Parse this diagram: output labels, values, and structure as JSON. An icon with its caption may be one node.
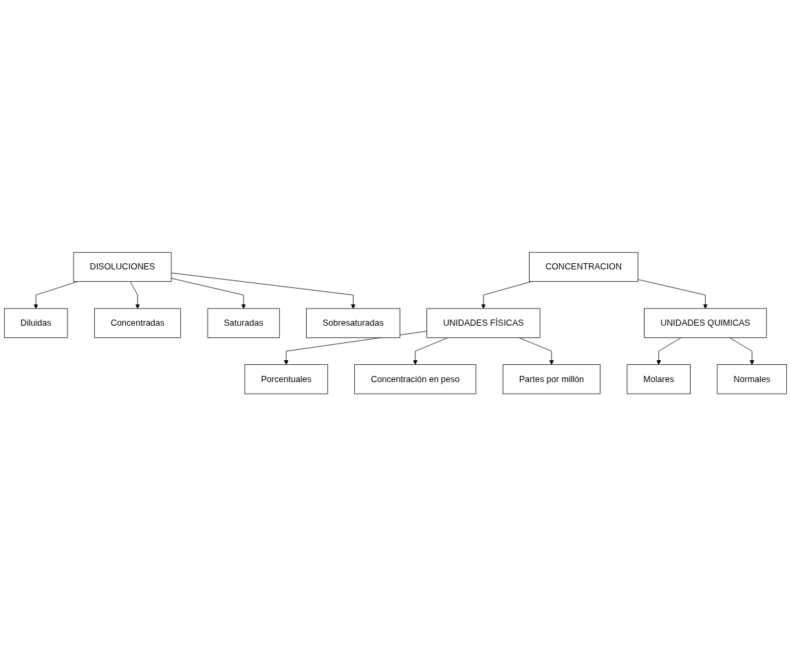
{
  "diagram": {
    "nodes": [
      {
        "text": [
          "DISOLUCIONES"
        ]
      },
      {
        "text": [
          "Diluidas"
        ]
      },
      {
        "text": [
          "Concentradas"
        ]
      },
      {
        "text": [
          "Saturadas"
        ]
      },
      {
        "text": [
          "Sobresaturadas"
        ]
      },
      {
        "text": [
          "CONCENTRACION"
        ]
      },
      {
        "text": [
          "UNIDADES FÍSICAS"
        ]
      },
      {
        "text": [
          "UNIDADES QUIMICAS"
        ]
      },
      {
        "text": [
          "Porcentuales"
        ]
      },
      {
        "text": [
          "Partes por  millón"
        ]
      },
      {
        "text": [
          "Molares"
        ]
      },
      {
        "text": [
          "Normales"
        ]
      },
      {
        "text": [
          "Concentración en peso"
        ]
      }
    ],
    "edges": [
      {
        "from": 0,
        "to": 1,
        "arrow": "to"
      },
      {
        "from": 0,
        "to": 2,
        "arrow": "to"
      },
      {
        "from": 0,
        "to": 3,
        "arrow": "to"
      },
      {
        "from": 0,
        "to": 4,
        "arrow": "to"
      },
      {
        "from": 5,
        "to": 6,
        "arrow": "to"
      },
      {
        "from": 5,
        "to": 7,
        "arrow": "to"
      },
      {
        "from": 6,
        "to": 8,
        "arrow": "to"
      },
      {
        "from": 6,
        "to": 12,
        "arrow": "to"
      },
      {
        "from": 6,
        "to": 9,
        "arrow": "to"
      },
      {
        "from": 7,
        "to": 10,
        "arrow": "to"
      },
      {
        "from": 7,
        "to": 11,
        "arrow": "to"
      }
    ]
  }
}
